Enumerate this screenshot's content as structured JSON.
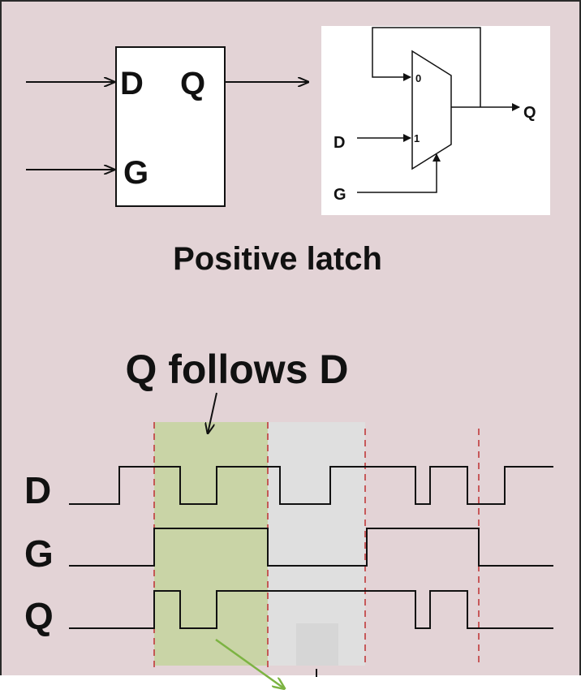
{
  "block": {
    "in_d": "D",
    "out_q": "Q",
    "in_g": "G"
  },
  "mux": {
    "sel0": "0",
    "sel1": "1",
    "out": "Q",
    "in_d": "D",
    "in_g": "G"
  },
  "caption": "Positive latch",
  "annotation": "Q follows D",
  "signals": [
    "D",
    "G",
    "Q"
  ],
  "colors": {
    "background": "#e3d3d6",
    "transparent_window": "#c9d4a6",
    "opaque_window": "#dfdfdf",
    "edge_marker": "#c0393b",
    "arrow_green": "#7cb342"
  }
}
